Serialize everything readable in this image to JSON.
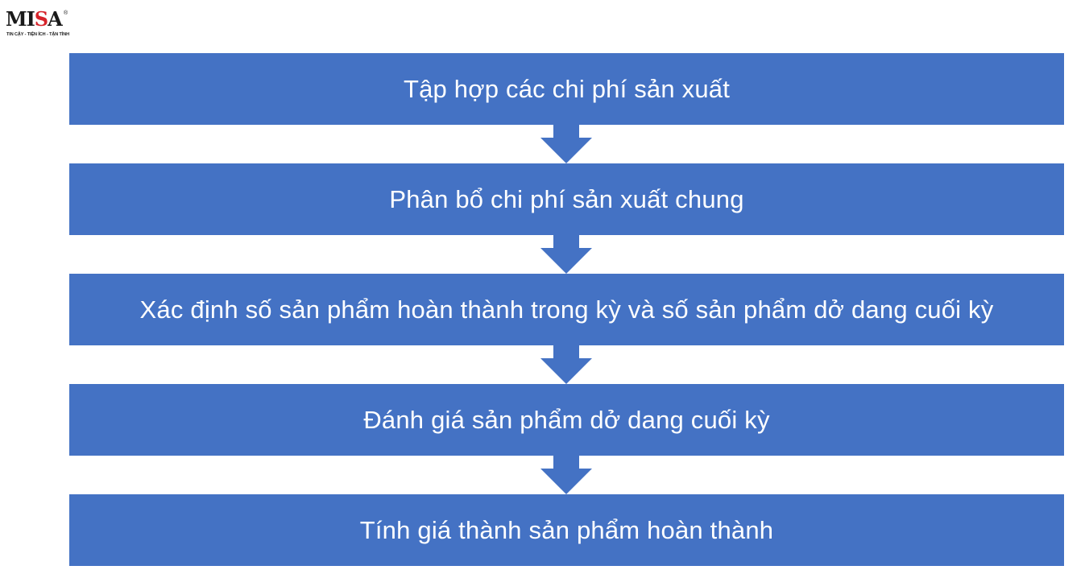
{
  "logo": {
    "name": "MISA",
    "registered": "®",
    "tagline": "TIN CẬY - TIỆN ÍCH - TẬN TÌNH"
  },
  "colors": {
    "step_fill": "#4472c4",
    "step_text": "#ffffff",
    "logo_accent": "#d6232a"
  },
  "flow": {
    "steps": [
      "Tập hợp các chi phí sản xuất",
      "Phân bổ chi phí sản xuất chung",
      "Xác định số sản phẩm hoàn thành trong kỳ và số sản phẩm dở dang cuối kỳ",
      "Đánh giá sản phẩm dở dang cuối kỳ",
      "Tính giá thành sản phẩm hoàn thành"
    ]
  }
}
